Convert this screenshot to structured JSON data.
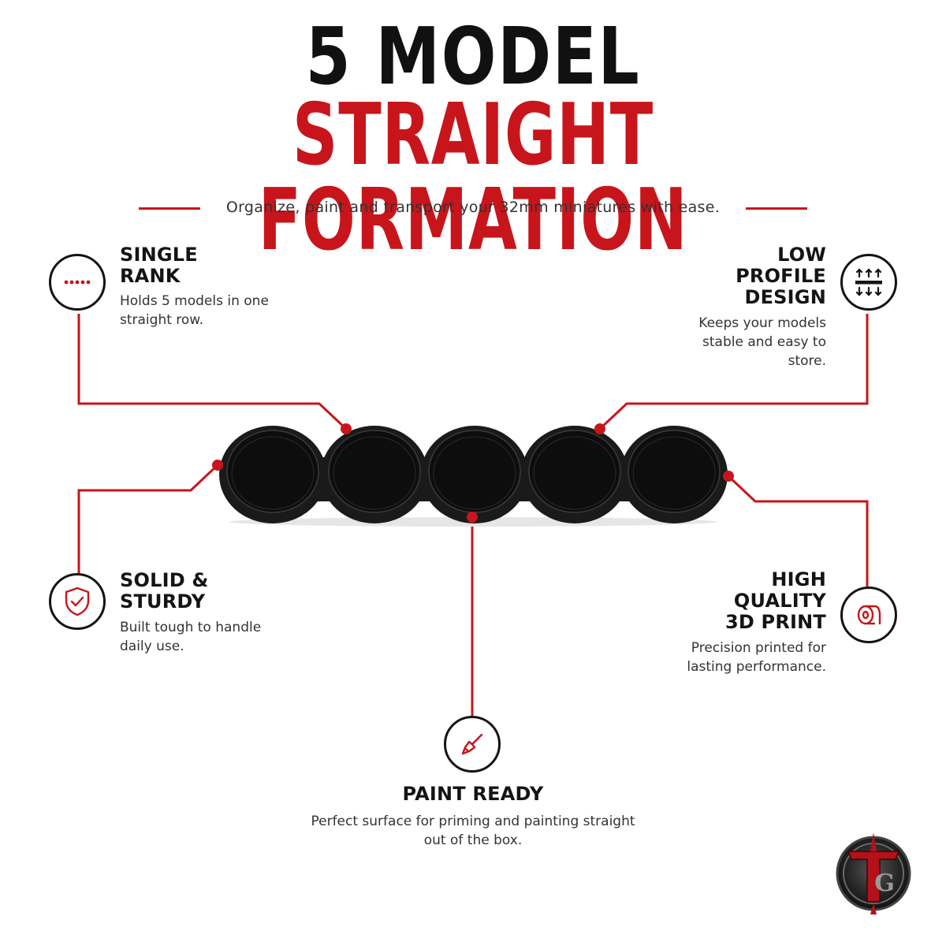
{
  "header": {
    "title_line1": "5 MODEL",
    "title_line2": "STRAIGHT FORMATION",
    "subtitle": "Organize, paint and transport your 32mm miniatures with ease."
  },
  "features": {
    "single_rank": {
      "title": "SINGLE\nRANK",
      "desc": "Holds 5 models in one\nstraight row.",
      "icon": "dotted-line-icon"
    },
    "low_profile": {
      "title": "LOW\nPROFILE\nDESIGN",
      "desc": "Keeps your models\nstable and easy to\nstore.",
      "icon": "compress-arrows-icon"
    },
    "solid_sturdy": {
      "title": "SOLID &\nSTURDY",
      "desc": "Built tough to handle\ndaily use.",
      "icon": "shield-check-icon"
    },
    "high_quality": {
      "title": "HIGH\nQUALITY\n3D PRINT",
      "desc": "Precision printed for\nlasting performance.",
      "icon": "filament-spool-icon"
    },
    "paint_ready": {
      "title": "PAINT READY",
      "desc": "Perfect surface for priming and painting straight\nout of the box.",
      "icon": "paintbrush-icon"
    }
  },
  "product": {
    "slot_count": 5,
    "name": "movement-tray"
  },
  "logo": {
    "icon": "tg-logo",
    "letters": "TG"
  },
  "colors": {
    "accent": "#c8151b",
    "dark": "#141414",
    "tray": "#0c0c0c"
  }
}
